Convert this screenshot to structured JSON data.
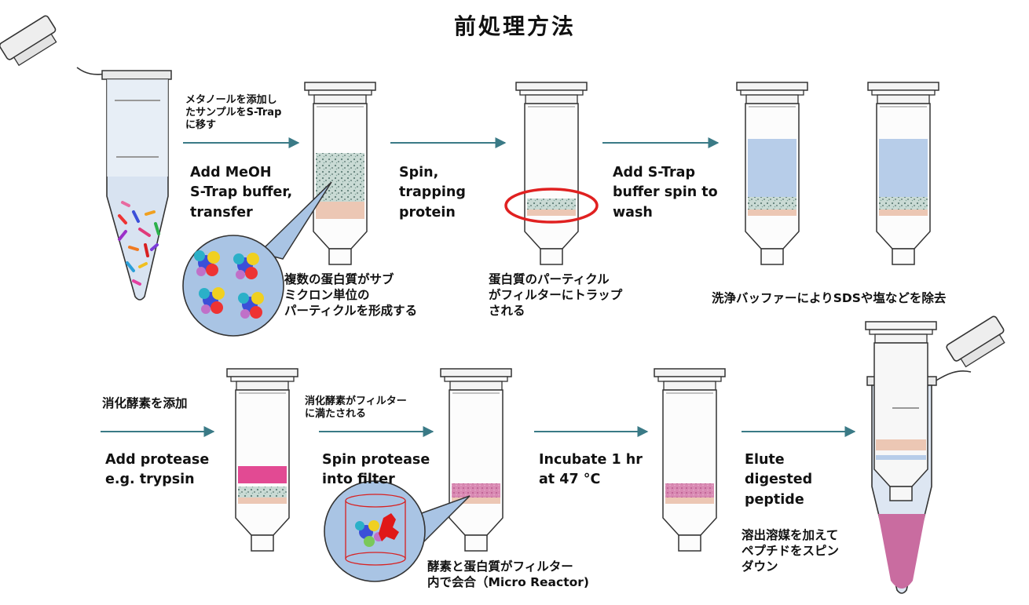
{
  "title": "前処理方法",
  "steps": {
    "s1_jp": "メタノールを添加し\nたサンプルをS-Trap\nに移す",
    "s1_en": "Add MeOH\nS-Trap buffer,\ntransfer",
    "s1_note": "複数の蛋白質がサブ\nミクロン単位の\nパーティクルを形成する",
    "s2_en": "Spin,\ntrapping\nprotein",
    "s2_note": "蛋白質のパーティクル\nがフィルターにトラップ\nされる",
    "s3_en": "Add S-Trap\nbuffer spin to\nwash",
    "s3_note": "洗浄バッファーによりSDSや塩などを除去",
    "s4_jp": "消化酵素を添加",
    "s4_en": "Add protease\ne.g. trypsin",
    "s5_jp": "消化酵素がフィルター\nに満たされる",
    "s5_en": "Spin protease\ninto filter",
    "s5_note": "酵素と蛋白質がフィルター\n内で会合（Micro Reactor)",
    "s6_en": "Incubate 1 hr\nat 47 °C",
    "s7_en": "Elute\ndigested\npeptide",
    "s7_jp": "溶出溶媒を加えて\nペプチドをスピン\nダウン"
  },
  "colors": {
    "arrow": "#3a7a86",
    "tube_liquid": "#c9d7ec",
    "buffer_blue": "#b7cde9",
    "filter_speckle": "#6e8f86",
    "pad_peach": "#ecc7b4",
    "protease_pink": "#e24a93",
    "peptide_pink": "#c96ca0",
    "highlight_red": "#e02020",
    "bubble_fill": "#a9c4e4"
  }
}
